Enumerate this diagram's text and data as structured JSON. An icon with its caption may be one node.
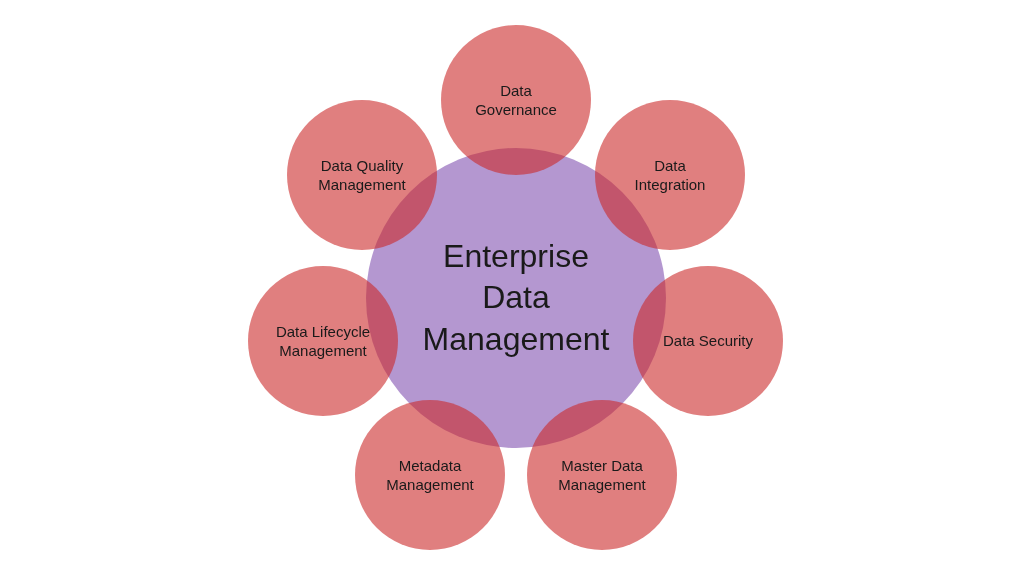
{
  "diagram": {
    "nodes": [
      {
        "text": [
          "Enterprise Data Management"
        ]
      },
      {
        "text": [
          "Data Governance"
        ]
      },
      {
        "text": [
          "Data Integration"
        ]
      },
      {
        "text": [
          "Data Security"
        ]
      },
      {
        "text": [
          "Master Data Management"
        ]
      },
      {
        "text": [
          "Metadata Management"
        ]
      },
      {
        "text": [
          "Data Lifecycle Management"
        ]
      },
      {
        "text": [
          "Data Quality Management"
        ]
      }
    ]
  }
}
